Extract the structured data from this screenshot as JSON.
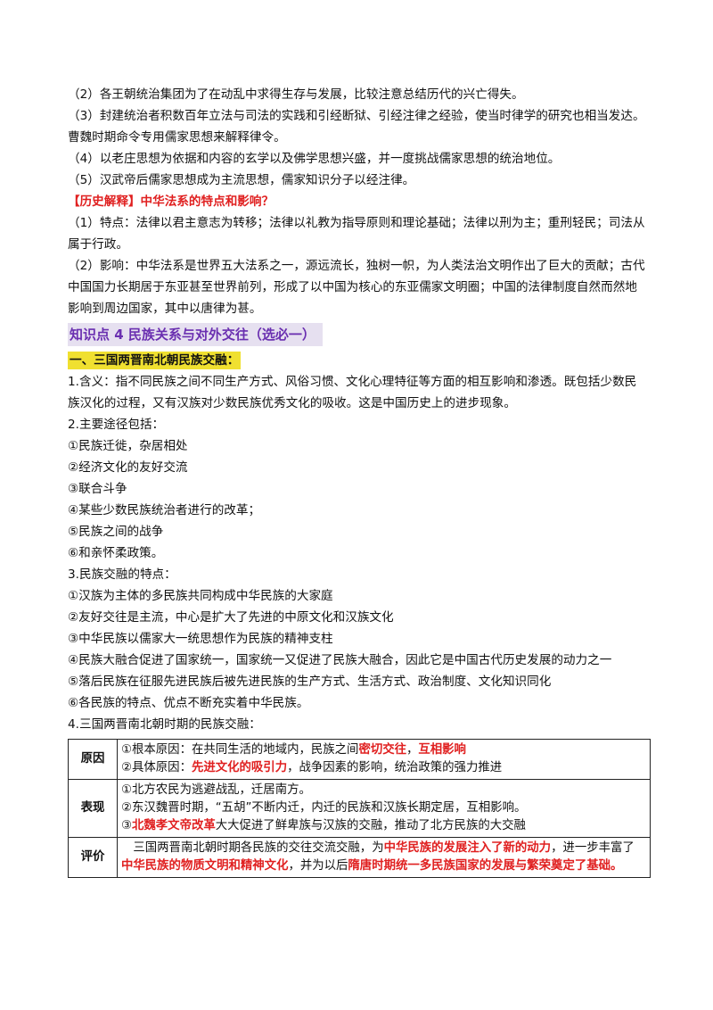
{
  "intro": [
    "（2）各王朝统治集团为了在动乱中求得生存与发展，比较注意总结历代的兴亡得失。",
    "（3）封建统治者积数百年立法与司法的实践和引经断狱、引经注律之经验，使当时律学的研究也相当发达。曹魏时期命令专用儒家思想来解释律令。",
    "（4）以老庄思想为依据和内容的玄学以及佛学思想兴盛，并一度挑战儒家思想的统治地位。",
    "（5）汉武帝后儒家思想成为主流思想，儒家知识分子以经注律。"
  ],
  "hist": {
    "heading": "【历史解释】中华法系的特点和影响？",
    "p1": "（1）特点：法律以君主意志为转移；法律以礼教为指导原则和理论基础；法律以刑为主；重刑轻民；司法从属于行政。",
    "p2": "（2）影响：中华法系是世界五大法系之一，源远流长，独树一帜，为人类法治文明作出了巨大的贡献；古代中国国力长期居于东亚甚至世界前列，形成了以中国为核心的东亚儒家文明圈；中国的法律制度自然而然地影响到周边国家，其中以唐律为甚。"
  },
  "section_title": "知识点 4  民族关系与对外交往（选必一）",
  "sub_title": "一、三国两晋南北朝民族交融：",
  "def": "1.含义：指不同民族之间不同生产方式、风俗习惯、文化心理特征等方面的相互影响和渗透。既包括少数民族汉化的过程，又有汉族对少数民族优秀文化的吸收。这是中国历史上的进步现象。",
  "ways_title": "2.主要途径包括：",
  "ways": [
    "①民族迁徙，杂居相处",
    "②经济文化的友好交流",
    "③联合斗争",
    "④某些少数民族统治者进行的改革；",
    "⑤民族之间的战争",
    "⑥和亲怀柔政策。"
  ],
  "feat_title": "3.民族交融的特点：",
  "feats": [
    "①汉族为主体的多民族共同构成中华民族的大家庭",
    "②友好交往是主流，中心是扩大了先进的中原文化和汉族文化",
    "③中华民族以儒家大一统思想作为民族的精神支柱",
    "④民族大融合促进了国家统一，国家统一又促进了民族大融合，因此它是中国古代历史发展的动力之一",
    "⑤落后民族在征服先进民族后被先进民族的生产方式、生活方式、政治制度、文化知识同化",
    "⑥各民族的特点、优点不断充实着中华民族。"
  ],
  "table_title": "4.三国两晋南北朝时期的民族交融：",
  "table": {
    "r1_key": "原因",
    "r1_a1": "①根本原因：在共同生活的地域内，民族之间",
    "r1_a2": "密切交往",
    "r1_a3": "，",
    "r1_a4": "互相影响",
    "r1_b1": "②具体原因：",
    "r1_b2": "先进文化的吸引力",
    "r1_b3": "，战争因素的影响，统治政策的强力推进",
    "r2_key": "表现",
    "r2_a": "①北方农民为逃避战乱，迁居南方。",
    "r2_b": "②东汉魏晋时期，“五胡”不断内迁，内迁的民族和汉族长期定居，互相影响。",
    "r2_c1": "③",
    "r2_c2": "北魏孝文帝改革",
    "r2_c3": "大大促进了鲜卑族与汉族的交融，推动了北方民族的大交融",
    "r3_key": "评价",
    "r3_1": "三国两晋南北朝时期各民族的交往交流交融，为",
    "r3_2": "中华民族的发展注入了新的动力",
    "r3_3": "，进一步丰富了",
    "r3_4": "中华民族的物质文明和精神文化",
    "r3_5": "，并为以后",
    "r3_6": "隋唐时期统一多民族国家的发展与繁荣奠定了基础。"
  }
}
